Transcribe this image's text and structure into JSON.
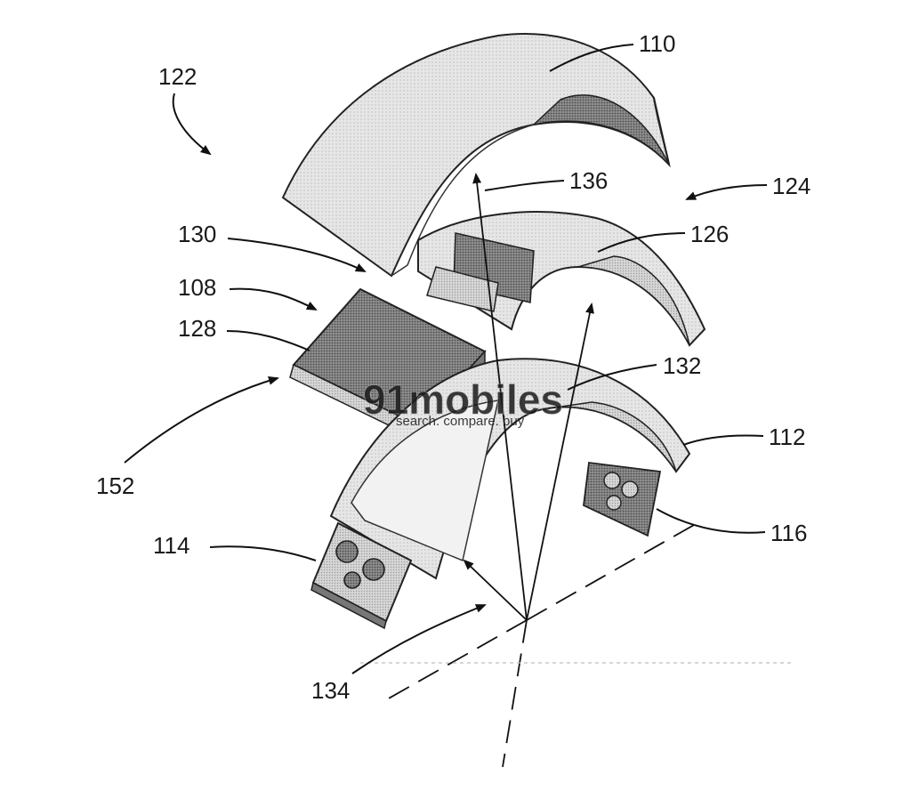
{
  "figure": {
    "labels": {
      "l110": "110",
      "l122": "122",
      "l136": "136",
      "l124": "124",
      "l130": "130",
      "l126": "126",
      "l108": "108",
      "l128": "128",
      "l132": "132",
      "l112": "112",
      "l152": "152",
      "l116": "116",
      "l114": "114",
      "l134": "134"
    },
    "watermark": {
      "brand": "91mobiles",
      "tagline": "search. compare. buy"
    }
  }
}
